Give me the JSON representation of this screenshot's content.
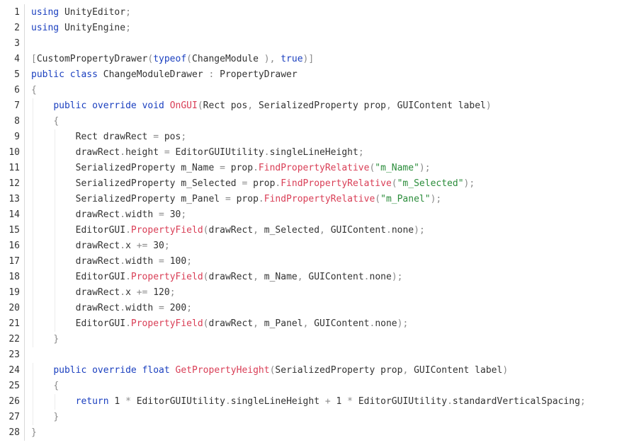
{
  "editor": {
    "lines": [
      {
        "n": "1",
        "indent": 0,
        "tokens": [
          [
            "kw",
            "using"
          ],
          [
            "",
            "UnityEditor"
          ],
          [
            "pun",
            ";"
          ]
        ]
      },
      {
        "n": "2",
        "indent": 0,
        "tokens": [
          [
            "kw",
            "using"
          ],
          [
            "",
            "UnityEngine"
          ],
          [
            "pun",
            ";"
          ]
        ]
      },
      {
        "n": "3",
        "indent": 0,
        "tokens": []
      },
      {
        "n": "4",
        "indent": 0,
        "tokens": [
          [
            "pun",
            "["
          ],
          [
            "",
            "CustomPropertyDrawer"
          ],
          [
            "pun",
            "("
          ],
          [
            "kw",
            "typeof"
          ],
          [
            "pun",
            "("
          ],
          [
            "",
            "ChangeModule"
          ],
          [
            "pun",
            "), "
          ],
          [
            "kw",
            "true"
          ],
          [
            "pun",
            ")]"
          ]
        ]
      },
      {
        "n": "5",
        "indent": 0,
        "tokens": [
          [
            "kw",
            "public"
          ],
          [
            "",
            ""
          ],
          [
            "kw",
            "class"
          ],
          [
            "",
            "ChangeModuleDrawer"
          ],
          [
            "pun",
            ":"
          ],
          [
            "",
            "PropertyDrawer"
          ]
        ]
      },
      {
        "n": "6",
        "indent": 0,
        "tokens": [
          [
            "pun",
            "{"
          ]
        ]
      },
      {
        "n": "7",
        "indent": 1,
        "tokens": [
          [
            "kw",
            "public"
          ],
          [
            "kw",
            "override"
          ],
          [
            "kw",
            "void"
          ],
          [
            "fn",
            "OnGUI"
          ],
          [
            "pun",
            "("
          ],
          [
            "",
            "Rect pos"
          ],
          [
            "pun",
            ","
          ],
          [
            "",
            "SerializedProperty prop"
          ],
          [
            "pun",
            ","
          ],
          [
            "",
            "GUIContent label"
          ],
          [
            "pun",
            ")"
          ]
        ]
      },
      {
        "n": "8",
        "indent": 1,
        "tokens": [
          [
            "pun",
            "{"
          ]
        ]
      },
      {
        "n": "9",
        "indent": 2,
        "tokens": [
          [
            "",
            "Rect drawRect"
          ],
          [
            "pun",
            "="
          ],
          [
            "",
            "pos"
          ],
          [
            "pun",
            ";"
          ]
        ]
      },
      {
        "n": "10",
        "indent": 2,
        "tokens": [
          [
            "",
            "drawRect"
          ],
          [
            "pun",
            "."
          ],
          [
            "",
            "height"
          ],
          [
            "pun",
            "="
          ],
          [
            "",
            "EditorGUIUtility"
          ],
          [
            "pun",
            "."
          ],
          [
            "",
            "singleLineHeight"
          ],
          [
            "pun",
            ";"
          ]
        ]
      },
      {
        "n": "11",
        "indent": 2,
        "tokens": [
          [
            "",
            "SerializedProperty m_Name"
          ],
          [
            "pun",
            "="
          ],
          [
            "",
            "prop"
          ],
          [
            "pun",
            "."
          ],
          [
            "fn",
            "FindPropertyRelative"
          ],
          [
            "pun",
            "("
          ],
          [
            "str",
            "\"m_Name\""
          ],
          [
            "pun",
            ");"
          ]
        ]
      },
      {
        "n": "12",
        "indent": 2,
        "tokens": [
          [
            "",
            "SerializedProperty m_Selected"
          ],
          [
            "pun",
            "="
          ],
          [
            "",
            "prop"
          ],
          [
            "pun",
            "."
          ],
          [
            "fn",
            "FindPropertyRelative"
          ],
          [
            "pun",
            "("
          ],
          [
            "str",
            "\"m_Selected\""
          ],
          [
            "pun",
            ");"
          ]
        ]
      },
      {
        "n": "13",
        "indent": 2,
        "tokens": [
          [
            "",
            "SerializedProperty m_Panel"
          ],
          [
            "pun",
            "="
          ],
          [
            "",
            "prop"
          ],
          [
            "pun",
            "."
          ],
          [
            "fn",
            "FindPropertyRelative"
          ],
          [
            "pun",
            "("
          ],
          [
            "str",
            "\"m_Panel\""
          ],
          [
            "pun",
            ");"
          ]
        ]
      },
      {
        "n": "14",
        "indent": 2,
        "tokens": [
          [
            "",
            "drawRect"
          ],
          [
            "pun",
            "."
          ],
          [
            "",
            "width"
          ],
          [
            "pun",
            "="
          ],
          [
            "num",
            "30"
          ],
          [
            "pun",
            ";"
          ]
        ]
      },
      {
        "n": "15",
        "indent": 2,
        "tokens": [
          [
            "",
            "EditorGUI"
          ],
          [
            "pun",
            "."
          ],
          [
            "fn",
            "PropertyField"
          ],
          [
            "pun",
            "("
          ],
          [
            "",
            "drawRect"
          ],
          [
            "pun",
            ","
          ],
          [
            "",
            "m_Selected"
          ],
          [
            "pun",
            ","
          ],
          [
            "",
            "GUIContent"
          ],
          [
            "pun",
            "."
          ],
          [
            "",
            "none"
          ],
          [
            "pun",
            ");"
          ]
        ]
      },
      {
        "n": "16",
        "indent": 2,
        "tokens": [
          [
            "",
            "drawRect"
          ],
          [
            "pun",
            "."
          ],
          [
            "",
            "x"
          ],
          [
            "pun",
            "+="
          ],
          [
            "num",
            "30"
          ],
          [
            "pun",
            ";"
          ]
        ]
      },
      {
        "n": "17",
        "indent": 2,
        "tokens": [
          [
            "",
            "drawRect"
          ],
          [
            "pun",
            "."
          ],
          [
            "",
            "width"
          ],
          [
            "pun",
            "="
          ],
          [
            "num",
            "100"
          ],
          [
            "pun",
            ";"
          ]
        ]
      },
      {
        "n": "18",
        "indent": 2,
        "tokens": [
          [
            "",
            "EditorGUI"
          ],
          [
            "pun",
            "."
          ],
          [
            "fn",
            "PropertyField"
          ],
          [
            "pun",
            "("
          ],
          [
            "",
            "drawRect"
          ],
          [
            "pun",
            ","
          ],
          [
            "",
            "m_Name"
          ],
          [
            "pun",
            ","
          ],
          [
            "",
            "GUIContent"
          ],
          [
            "pun",
            "."
          ],
          [
            "",
            "none"
          ],
          [
            "pun",
            ");"
          ]
        ]
      },
      {
        "n": "19",
        "indent": 2,
        "tokens": [
          [
            "",
            "drawRect"
          ],
          [
            "pun",
            "."
          ],
          [
            "",
            "x"
          ],
          [
            "pun",
            "+="
          ],
          [
            "num",
            "120"
          ],
          [
            "pun",
            ";"
          ]
        ]
      },
      {
        "n": "20",
        "indent": 2,
        "tokens": [
          [
            "",
            "drawRect"
          ],
          [
            "pun",
            "."
          ],
          [
            "",
            "width"
          ],
          [
            "pun",
            "="
          ],
          [
            "num",
            "200"
          ],
          [
            "pun",
            ";"
          ]
        ]
      },
      {
        "n": "21",
        "indent": 2,
        "tokens": [
          [
            "",
            "EditorGUI"
          ],
          [
            "pun",
            "."
          ],
          [
            "fn",
            "PropertyField"
          ],
          [
            "pun",
            "("
          ],
          [
            "",
            "drawRect"
          ],
          [
            "pun",
            ","
          ],
          [
            "",
            "m_Panel"
          ],
          [
            "pun",
            ","
          ],
          [
            "",
            "GUIContent"
          ],
          [
            "pun",
            "."
          ],
          [
            "",
            "none"
          ],
          [
            "pun",
            ");"
          ]
        ]
      },
      {
        "n": "22",
        "indent": 1,
        "tokens": [
          [
            "pun",
            "}"
          ]
        ]
      },
      {
        "n": "23",
        "indent": 0,
        "tokens": []
      },
      {
        "n": "24",
        "indent": 1,
        "tokens": [
          [
            "kw",
            "public"
          ],
          [
            "kw",
            "override"
          ],
          [
            "kw",
            "float"
          ],
          [
            "fn",
            "GetPropertyHeight"
          ],
          [
            "pun",
            "("
          ],
          [
            "",
            "SerializedProperty prop"
          ],
          [
            "pun",
            ","
          ],
          [
            "",
            "GUIContent label"
          ],
          [
            "pun",
            ")"
          ]
        ]
      },
      {
        "n": "25",
        "indent": 1,
        "tokens": [
          [
            "pun",
            "{"
          ]
        ]
      },
      {
        "n": "26",
        "indent": 2,
        "tokens": [
          [
            "kw",
            "return"
          ],
          [
            "num",
            "1"
          ],
          [
            "pun",
            "*"
          ],
          [
            "",
            "EditorGUIUtility"
          ],
          [
            "pun",
            "."
          ],
          [
            "",
            "singleLineHeight"
          ],
          [
            "pun",
            "+"
          ],
          [
            "num",
            "1"
          ],
          [
            "pun",
            "*"
          ],
          [
            "",
            "EditorGUIUtility"
          ],
          [
            "pun",
            "."
          ],
          [
            "",
            "standardVerticalSpacing"
          ],
          [
            "pun",
            ";"
          ]
        ]
      },
      {
        "n": "27",
        "indent": 1,
        "tokens": [
          [
            "pun",
            "}"
          ]
        ]
      },
      {
        "n": "28",
        "indent": 0,
        "tokens": [
          [
            "pun",
            "}"
          ]
        ]
      }
    ]
  },
  "colors": {
    "keyword": "#1a3fbf",
    "function": "#d93e56",
    "string": "#2a8c3a",
    "punctuation": "#8a8a8a",
    "text": "#333333"
  }
}
